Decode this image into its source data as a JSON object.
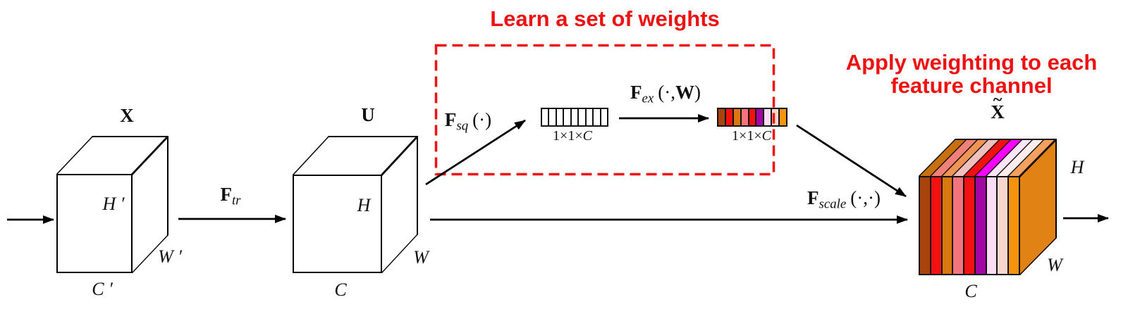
{
  "accent_color": "#ee1111",
  "titles": {
    "learn": "Learn a set of weights",
    "apply_line1": "Apply weighting to each",
    "apply_line2": "feature channel"
  },
  "cubes": {
    "x": {
      "name": "X",
      "h": "H ′",
      "w": "W ′",
      "c": "C ′"
    },
    "u": {
      "name": "U",
      "h": "H",
      "w": "W",
      "c": "C"
    },
    "x_tilde": {
      "tilde": "~",
      "base": "X",
      "h": "H",
      "w": "W",
      "c": "C"
    }
  },
  "ops": {
    "ftr": {
      "f": "F",
      "sub": "tr"
    },
    "fsq": {
      "f": "F",
      "sub": "sq",
      "args": "(·)"
    },
    "fex": {
      "f": "F",
      "sub": "ex",
      "args_pre": "(·,",
      "args_w": "W",
      "args_post": ")"
    },
    "fscale": {
      "f": "F",
      "sub": "scale",
      "args": "(·,·)"
    }
  },
  "bars": {
    "squeeze": {
      "cells": 9,
      "cell_color": "#ffffff",
      "label_pre": "1×1×",
      "label_c": "C"
    },
    "excite": {
      "label_pre": "1×1×",
      "label_c": "C",
      "colors": [
        "#a8440b",
        "#f31111",
        "#d9780e",
        "#f4747e",
        "#f31111",
        "#a307a3",
        "#fbdcf4",
        "#f8d5cd",
        "#f6930d"
      ]
    }
  },
  "output_cube": {
    "front_colors": [
      "#a8440b",
      "#f31111",
      "#d9780e",
      "#f4747e",
      "#f31111",
      "#a307a3",
      "#fbdcf4",
      "#f8d5cd",
      "#f6930d"
    ],
    "top_colors": [
      "#c86f0e",
      "#f28076",
      "#ef9455",
      "#f2c0bc",
      "#f21010",
      "#fb02fb",
      "#fce4f8",
      "#fdeeec",
      "#f5a05e"
    ],
    "side_color": "#e08214"
  }
}
